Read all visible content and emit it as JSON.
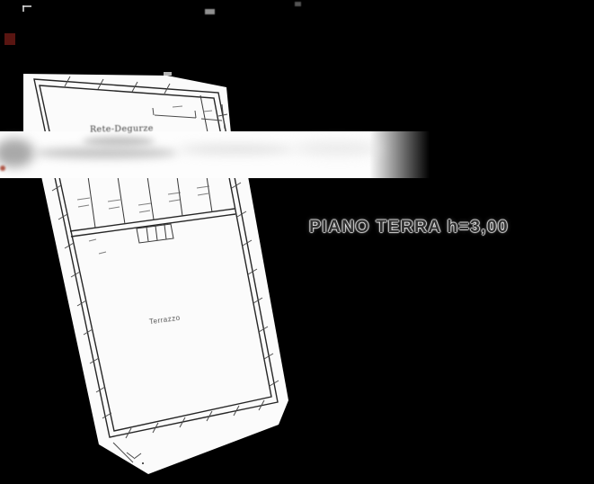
{
  "scene": {
    "background_color": "#000000",
    "paper_color": "#fbfbfb",
    "ink_color": "#2b2b2b",
    "red_mark_color": "#591511"
  },
  "floorplan": {
    "title": "PIANO TERRA h=3,00",
    "terrace_label": "Terrazzo",
    "stamp_text": "Rete-Degurze"
  }
}
